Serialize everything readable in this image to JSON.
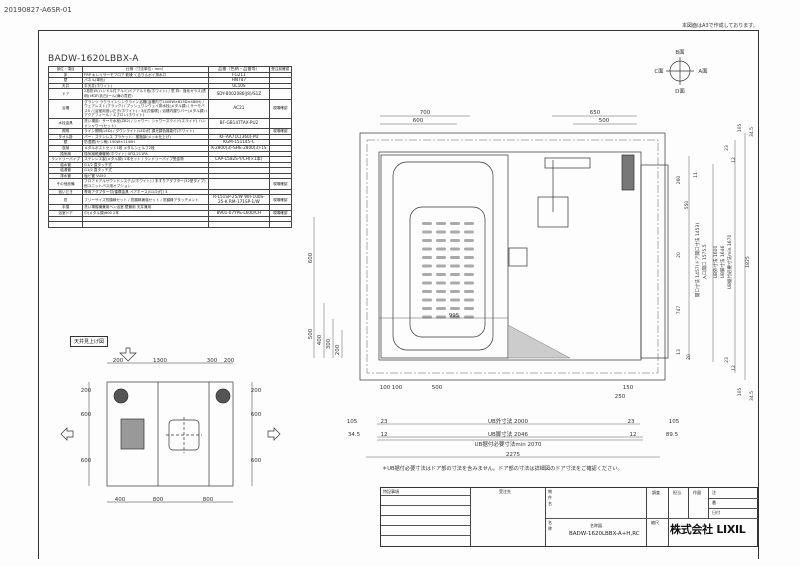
{
  "doc_id": "20190827-A6SR-01",
  "a3_note": "本図面はA3で作成しております。",
  "model": "BADW-1620LBBX-A",
  "spec_table": {
    "headers": [
      "部位・項目",
      "仕様（寸法単位：mm）",
      "品番（色柄・品番等）",
      "受注前確認"
    ],
    "rows": [
      {
        "part": "床",
        "spec": "FRP キレイサーモフロア 乾燥 くるりんポイ排水口",
        "code": "FG211",
        "check": ""
      },
      {
        "part": "壁",
        "spec": "パネル(単色)",
        "code": "HN747",
        "check": ""
      },
      {
        "part": "天井",
        "spec": "平天井(ホワイト)",
        "code": "UL10S",
        "check": ""
      },
      {
        "part": "ドア",
        "spec": "2枚折戸(ハンドル付アルミ)ドアアルミ色(ホワイト) / 窓 枠：強化ガラス(透明) MDF(乳白)ール(扉の意匠)",
        "code": "SDY-8002086(J8)/S1Z",
        "check": ""
      },
      {
        "part": "浴槽",
        "spec": "グランツ ラクラインシンクライン浴槽(浴槽内寸1400W×815D×480H) / ウェアレスト(ブラック) / プッシュワンウェイ排水栓(メタル調) / サーモバス5 / [浴室用追いだき(ホワイト)・3点式循環] / 浴槽内握りバー(メタル調) / アクアフィール / エプロン(ホワイト)",
        "code": "AC21",
        "check": "現場確認"
      },
      {
        "part": "水栓金具",
        "spec": "洗い場用：サーモ水栓(ZB2) / シャワー：シャワースライド(スライド) ハンドシャワー(セット)",
        "code": "BF-GB147TAX-PU2",
        "check": ""
      },
      {
        "part": "照明",
        "spec": "ライン照明(LED) / ダウンライト(LED)付 調光調色機能付(ホワイト)",
        "code": "",
        "check": "現場確認"
      },
      {
        "part": "タオル掛",
        "spec": "バー：ステンレス ブラケット：樹脂製(メッキ仕上げ)",
        "code": "KF-AA71C(360)-PU",
        "check": ""
      },
      {
        "part": "鏡",
        "spec": "防湿鏡(ヤシ柄) 150W×1140H",
        "code": "KGM-151145-C",
        "check": ""
      },
      {
        "part": "収納",
        "spec": "メタルポストセット1段 メタルシェルフ2段",
        "code": "K-2800(3)-SHE-2800(3)-1S",
        "check": ""
      },
      {
        "part": "換気扇",
        "spec": "換気扇乾燥暖房(ホワイト) UFD-211PA",
        "code": "",
        "check": ""
      },
      {
        "part": "ランドリーパイプ",
        "spec": "ステンレス製(メタル調) 1本セット / ランドリーパイプ受金物",
        "code": "LAP-1582S-Y/CH(×1本)",
        "check": ""
      },
      {
        "part": "給水管",
        "spec": "G1/2 直タッチ式",
        "code": "",
        "check": ""
      },
      {
        "part": "給湯管",
        "spec": "G1/2 直タッチ式",
        "code": "",
        "check": ""
      },
      {
        "part": "排水管",
        "spec": "塩ビ管 VU50",
        "code": "",
        "check": ""
      },
      {
        "part": "その他設備",
        "spec": "フロアドアルサウンドシステム(ホワイト) / 手すりアダプター(32型タイプ)他ユニットバス用オプション",
        "code": "",
        "check": "現場確認"
      },
      {
        "part": "追いだき",
        "spec": "専用アダプター付(循環金具 ペアホース(G1/2)付) 3",
        "code": "",
        "check": ""
      },
      {
        "part": "窓",
        "spec": "フリーサイズ窓額縁セット / 窓額縁補強セット / 窓額縁アタッチメント",
        "code": "R-151SP-25/W WR-100S-25-K RM-171SP-1/W",
        "check": "現場確認"
      },
      {
        "part": "手摺",
        "spec": "洗い場縦横兼用ベン浴室 壁兼用 天井兼用",
        "code": "",
        "check": ""
      },
      {
        "part": "浴室ドア",
        "spec": "巾(メタル調)600 2本",
        "code": "8901-07YPE-L600/CH",
        "check": "現場確認"
      },
      {
        "part": "",
        "spec": "",
        "code": "",
        "check": ""
      },
      {
        "part": "",
        "spec": "",
        "code": "",
        "check": ""
      }
    ]
  },
  "ceiling_plan": {
    "label": "天井見上げ図",
    "top_dims": [
      "200",
      "1300",
      "300",
      "200"
    ],
    "bottom_dims": [
      "400",
      "800",
      "800"
    ],
    "left_dims": [
      "200",
      "600",
      "600"
    ],
    "right_dims": [
      "200",
      "600",
      "600"
    ]
  },
  "compass": {
    "top": "B面",
    "right": "A面",
    "left": "C面",
    "bottom": "D面"
  },
  "floor_plan": {
    "top_dims": [
      "700",
      "600",
      "650",
      "500"
    ],
    "left_dims": [
      "600",
      "500",
      "400",
      "300",
      "200"
    ],
    "bottom_small_dims": [
      "100",
      "100",
      "500",
      "150",
      "250"
    ],
    "tub_dim": "995",
    "bottom_dims": {
      "left_outer": "105",
      "left_34": "34.5",
      "left_23": "23",
      "left_12": "12",
      "ub_outer": "UB外寸法 2000",
      "ub_inner": "UB脚寸法 2046",
      "ub_install": "UB据付必要寸法min 2070",
      "total": "2275",
      "right_23": "23",
      "right_12": "12",
      "right_105": "105",
      "right_89": "89.5"
    },
    "right_dims": [
      "105",
      "34.5",
      "23",
      "12",
      "260",
      "550",
      "11",
      "20",
      "747",
      "13",
      "20",
      "23",
      "12",
      "105",
      "34.5"
    ],
    "right_labels": [
      "開口寸法 1457(ドア開口寸法 1453)",
      "入口開口 1575.5",
      "UB外寸法 1600",
      "UB脚寸法 1646",
      "UB据付必要寸法min 1670",
      "1825"
    ],
    "note": "＊UB据付必要寸法はドア部の寸法を含みません。ドア部の寸法は詳細図のドア寸法をご確認ください。"
  },
  "title_block": {
    "col1": "特記事項",
    "col2": "受注先",
    "site_label": "物件名",
    "name_label": "名称",
    "drawing_name_label": "名称図",
    "drawing_name": "BADW-1620LBBX-A+H,RC",
    "checks": [
      "調査",
      "担当",
      "作図"
    ],
    "scale_label": "縮尺",
    "date_label": "日付",
    "note_labels": [
      "注",
      "番"
    ],
    "company": "株式会社 LIXIL"
  }
}
